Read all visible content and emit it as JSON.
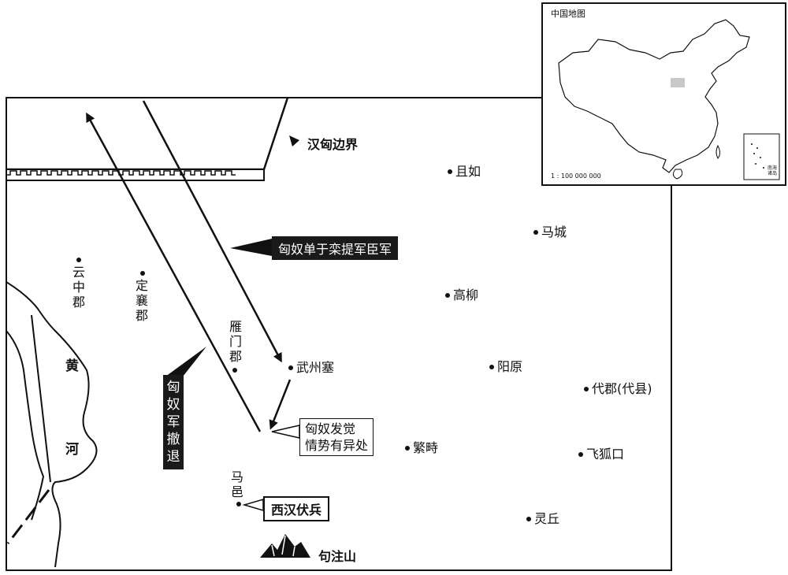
{
  "inset": {
    "title": "中国地图",
    "scale": "1 : 100 000 000",
    "south_sea_label": "南海诸岛"
  },
  "border_label": "汉匈边界",
  "river_label": [
    "黄",
    "河"
  ],
  "mountain_label": "句注山",
  "callouts": {
    "xiongnu_army": "匈奴单于栾提军臣军",
    "retreat": "匈奴军撤退",
    "discovered": [
      "匈奴发觉",
      "情势有异处"
    ],
    "ambush": "西汉伏兵"
  },
  "places": {
    "yunzhong": "云中郡",
    "dingxiang": "定襄郡",
    "yanmen": "雁门郡",
    "wuzhou": "武州塞",
    "mayi": "马邑",
    "qieru": "且如",
    "macheng": "马城",
    "gaoliu": "高柳",
    "yangyuan": "阳原",
    "daijun": "代郡(代县)",
    "fanzhi": "繁畤",
    "feihukou": "飞狐口",
    "lingqiu": "灵丘"
  },
  "colors": {
    "ink": "#111111",
    "highlight": "#c8c8c8",
    "callout_fill": "#1a1a1a"
  }
}
